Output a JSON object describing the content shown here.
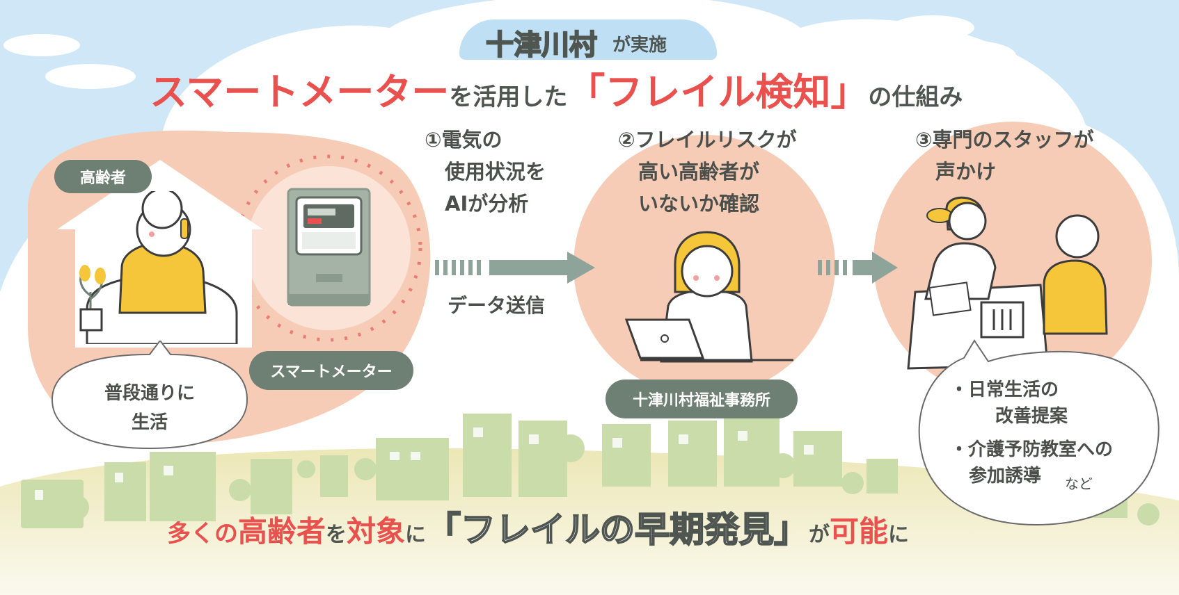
{
  "header": {
    "implementer": "十津川村",
    "implementer_suffix": "が実施",
    "title_part1": "スマートメーター",
    "title_part2": "を活用した",
    "title_part3": "「フレイル検知」",
    "title_part4": "の仕組み"
  },
  "labels": {
    "elderly": "高齢者",
    "meter": "スマートメーター",
    "office": "十津川村福祉事務所",
    "data_send": "データ送信"
  },
  "bubbles": {
    "daily_life": "普段通りに\n生活",
    "advice_item1_l1": "・日常生活の",
    "advice_item1_l2": "改善提案",
    "advice_item2_l1": "・介護予防教室への",
    "advice_item2_l2": "参加誘導",
    "advice_suffix": "など"
  },
  "steps": {
    "step1": "①電気の\n　使用状況を\n　AIが分析",
    "step2": "②フレイルリスクが\n　高い高齢者が\n　いないか確認",
    "step3": "③専門のスタッフが\n　声かけ"
  },
  "footer": {
    "p1": "多くの",
    "p2": "高齢者",
    "p3": "を",
    "p4": "対象",
    "p5": "に",
    "p6": "「フレイルの早期発見」",
    "p7": "が",
    "p8": "可能",
    "p9": "に"
  },
  "colors": {
    "accent_red": "#e8514d",
    "peach": "#f6ccb6",
    "label_green": "#6e7f73",
    "sky": "#cfe7f6",
    "yellow": "#f5c53a"
  }
}
